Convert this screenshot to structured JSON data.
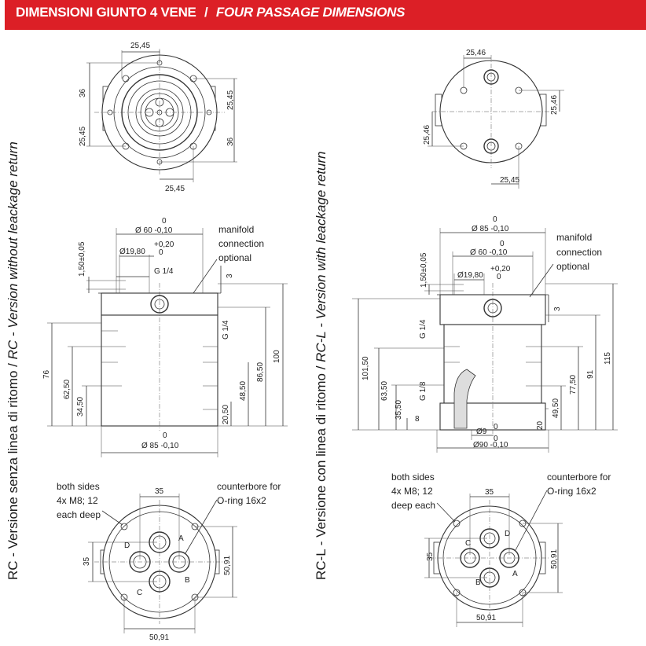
{
  "header": {
    "title_it": "DIMENSIONI GIUNTO 4 VENE",
    "separator": "/",
    "title_en": "FOUR PASSAGE DIMENSIONS"
  },
  "left_label": {
    "prefix": "RC - Versione senza linea di ritomo / ",
    "italic": "RC - Version without leackage return"
  },
  "right_label": {
    "prefix": "RC-L - Versione con linea di ritomo / ",
    "italic": "RC-L - Version with leackage return"
  },
  "rc": {
    "top_view": {
      "d_top": "25,45",
      "d_bottom": "25,45",
      "d_left_a": "36",
      "d_left_b": "25,45",
      "d_right_a": "25,45",
      "d_right_b": "36"
    },
    "side_view": {
      "dia_top_zero": "0",
      "dia_top": "Ø 60 -0,10",
      "bore_plus": "+0,20",
      "bore": "Ø19,80",
      "bore_zero": "0",
      "thread": "G 1/4",
      "side_thread": "G 1/4",
      "tol": "1,50±0,05",
      "three": "3",
      "note": [
        "manifold",
        "connection",
        "optional"
      ],
      "left_dims": [
        "76",
        "62,50",
        "34,50"
      ],
      "right_dims": [
        "100",
        "86,50",
        "48,50",
        "20,50"
      ],
      "dia_bottom_zero": "0",
      "dia_bottom": "Ø 85 -0,10"
    },
    "bottom_view": {
      "note_left": [
        "both sides",
        "4x M8; 12",
        "each deep"
      ],
      "note_right": [
        "counterbore for",
        "O-ring 16x2"
      ],
      "d_top": "35",
      "d_left": "35",
      "d_right": "50,91",
      "d_bottom": "50,91",
      "ports": [
        "A",
        "B",
        "C",
        "D"
      ]
    }
  },
  "rcl": {
    "top_view": {
      "d_top": "25,46",
      "d_bottom": "25,45",
      "d_left": "25,46",
      "d_right": "25,46"
    },
    "side_view": {
      "dia_top_zero": "0",
      "dia_top": "Ø 85 -0,10",
      "dia_mid_zero": "0",
      "dia_mid": "Ø 60 -0,10",
      "bore_plus": "+0,20",
      "bore": "Ø19,80",
      "bore_zero": "0",
      "thread": "G 1/4",
      "leak_thread": "G 1/8",
      "tol": "1,50±0,05",
      "three": "3",
      "note": [
        "manifold",
        "connection",
        "optional"
      ],
      "left_dims": [
        "101,50",
        "63,50",
        "35,50",
        "8"
      ],
      "right_dims": [
        "115",
        "91",
        "77,50",
        "49,50",
        "20"
      ],
      "small_zero": "0",
      "small_dia": "Ø9",
      "dia_bottom_zero": "0",
      "dia_bottom": "Ø90 -0,10"
    },
    "bottom_view": {
      "note_left": [
        "both sides",
        "4x M8; 12",
        "deep each"
      ],
      "note_right": [
        "counterbore for",
        "O-ring 16x2"
      ],
      "d_top": "35",
      "d_left": "35",
      "d_right": "50,91",
      "d_bottom": "50,91",
      "ports": [
        "A",
        "B",
        "C",
        "D"
      ]
    }
  },
  "colors": {
    "header_bg": "#dc1f26",
    "header_text": "#ffffff",
    "lines": "#333333"
  }
}
